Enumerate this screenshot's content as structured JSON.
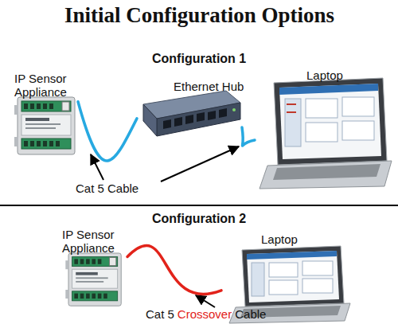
{
  "diagram": {
    "title": "Initial Configuration Options",
    "nodes": [
      {
        "text": [
          "IP Sensor Appliance"
        ]
      },
      {
        "text": [
          "Ethernet Hub"
        ]
      },
      {
        "text": [
          "Laptop"
        ]
      },
      {
        "text": [
          "IP Sensor Appliance"
        ]
      },
      {
        "text": [
          "Laptop"
        ]
      }
    ],
    "edges": [
      {
        "from": 0,
        "to": 1,
        "arrow": "none"
      },
      {
        "from": 1,
        "to": 2,
        "arrow": "none"
      },
      {
        "from": 3,
        "to": 4,
        "arrow": "none"
      }
    ],
    "labels": [
      "Configuration 1",
      "Cat 5 Cable",
      "Configuration 2",
      "Cat 5",
      "Crossover",
      "Cable"
    ]
  }
}
